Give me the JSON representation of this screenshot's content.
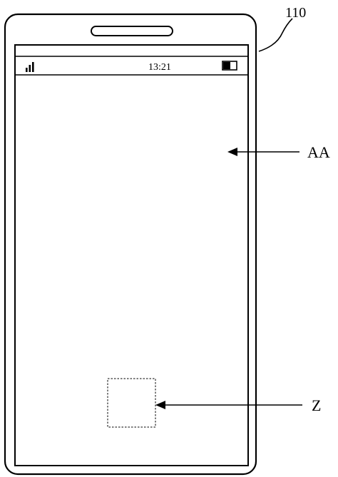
{
  "figure": {
    "reference_numeral": "110",
    "labels": {
      "display_area": "AA",
      "zone": "Z"
    }
  },
  "status_bar": {
    "time": "13:21",
    "signal_icon": "signal-bars-icon",
    "battery_icon": "battery-icon"
  },
  "colors": {
    "line": "#000000",
    "background": "#ffffff"
  }
}
